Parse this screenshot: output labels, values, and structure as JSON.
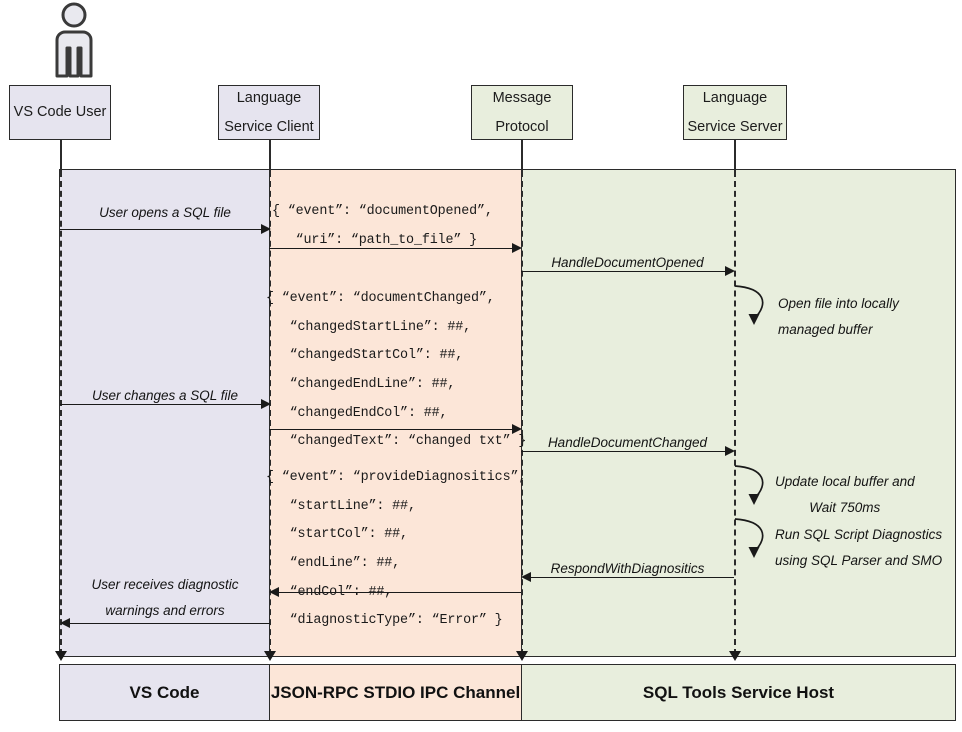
{
  "diagram": {
    "title": "SQL Tools Service language protocol sequence",
    "colors": {
      "vscode_band": "#e6e4ef",
      "ipc_band": "#fce6d8",
      "host_band": "#e8eedd",
      "stroke": "#2b2b2b",
      "actor_fill": "#e6e4ef",
      "server_fill": "#e8eedd"
    },
    "actor_icon": "person-icon",
    "lifelines": [
      {
        "id": "user",
        "line1": "VS Code User",
        "line2": ""
      },
      {
        "id": "client",
        "line1": "Language",
        "line2": "Service Client"
      },
      {
        "id": "proto",
        "line1": "Message",
        "line2": "Protocol"
      },
      {
        "id": "server",
        "line1": "Language",
        "line2": "Service Server"
      }
    ],
    "messages": [
      {
        "id": "m1",
        "label": "User opens a SQL file"
      },
      {
        "id": "m2",
        "label": "HandleDocumentOpened"
      },
      {
        "id": "m3",
        "label": "User changes a SQL file"
      },
      {
        "id": "m4",
        "label": "HandleDocumentChanged"
      },
      {
        "id": "m5",
        "label": "RespondWithDiagnositics"
      },
      {
        "id": "m6",
        "line1": "User receives diagnostic",
        "line2": "warnings and errors"
      }
    ],
    "self_notes": [
      {
        "id": "n1",
        "line1": "Open file into locally",
        "line2": "managed buffer"
      },
      {
        "id": "n2",
        "line1": "Update local buffer and",
        "line2": "Wait 750ms"
      },
      {
        "id": "n3",
        "line1": "Run SQL Script Diagnostics",
        "line2": "using SQL Parser and SMO"
      }
    ],
    "payloads": [
      {
        "id": "p1",
        "lines": [
          "{ “event”: “documentOpened”,",
          "   “uri”: “path_to_file” }"
        ]
      },
      {
        "id": "p2",
        "lines": [
          "{ “event”: “documentChanged”,",
          "   “changedStartLine”: ##,",
          "   “changedStartCol”: ##,",
          "   “changedEndLine”: ##,",
          "   “changedEndCol”: ##,",
          "   “changedText”: “changed txt” }"
        ]
      },
      {
        "id": "p3",
        "lines": [
          "{ “event”: “provideDiagnositics”,",
          "   “startLine”: ##,",
          "   “startCol”: ##,",
          "   “endLine”: ##,",
          "   “endCol”: ##,",
          "   “diagnosticType”: “Error” }"
        ]
      }
    ],
    "footer_bands": [
      {
        "id": "f1",
        "label": "VS Code"
      },
      {
        "id": "f2",
        "label": "JSON-RPC STDIO IPC Channel"
      },
      {
        "id": "f3",
        "label": "SQL Tools Service Host"
      }
    ]
  }
}
